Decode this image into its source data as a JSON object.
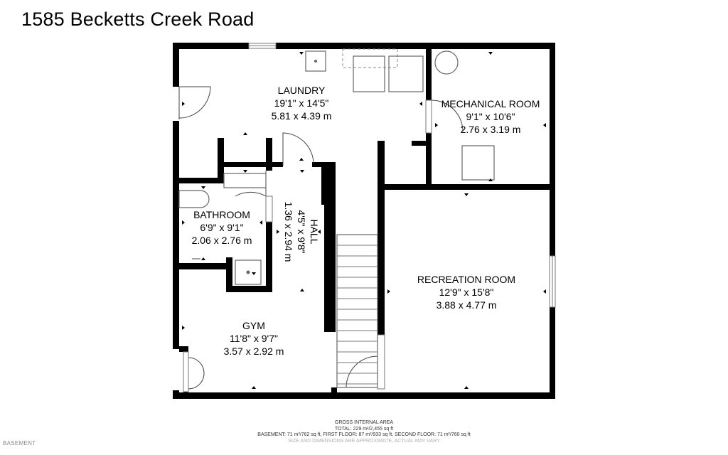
{
  "title": "1585 Becketts Creek Road",
  "rooms": {
    "laundry": {
      "name": "LAUNDRY",
      "imperial": "19'1\" x 14'5\"",
      "metric": "5.81 x 4.39 m"
    },
    "mechanical": {
      "name": "MECHANICAL ROOM",
      "imperial": "9'1\" x 10'6\"",
      "metric": "2.76 x 3.19 m"
    },
    "hall": {
      "name": "HALL",
      "imperial": "4'5\" x 9'8\"",
      "metric": "1.36 x 2.94 m"
    },
    "bathroom": {
      "name": "BATHROOM",
      "imperial": "6'9\" x 9'1\"",
      "metric": "2.06 x 2.76 m"
    },
    "recreation": {
      "name": "RECREATION ROOM",
      "imperial": "12'9\" x 15'8\"",
      "metric": "3.88 x 4.77 m"
    },
    "gym": {
      "name": "GYM",
      "imperial": "11'8\" x 9'7\"",
      "metric": "3.57 x 2.92 m"
    }
  },
  "area": {
    "heading": "GROSS INTERNAL AREA",
    "total": "TOTAL: 229 m²/2,455 sq ft",
    "breakdown": "BASEMENT: 71 m²/762 sq ft, FIRST FLOOR: 87 m²/933 sq ft, SECOND FLOOR: 71 m²/760 sq ft",
    "disclaimer": "SIZE AND DIMENSIONS ARE APPROXIMATE, ACTUAL MAY VARY"
  },
  "floor_label": "BASEMENT",
  "colors": {
    "wall": "#000000",
    "fixture": "#666666",
    "background": "#ffffff"
  }
}
